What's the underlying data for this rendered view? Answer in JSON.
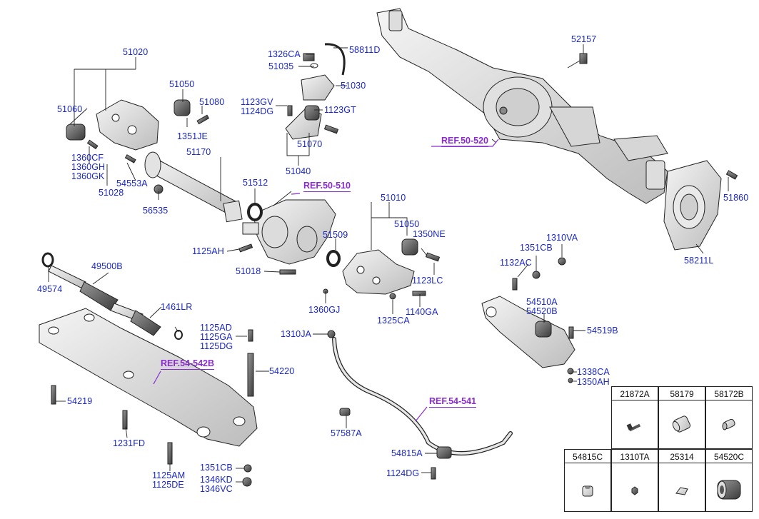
{
  "diagram": {
    "labels": {
      "p51020": "51020",
      "p51050a": "51050",
      "p51060": "51060",
      "p51080": "51080",
      "p1351JE": "1351JE",
      "p1360": "1360CF\n1360GH\n1360GK",
      "p51028": "51028",
      "p54553A": "54553A",
      "p51170": "51170",
      "p56535": "56535",
      "p51512": "51512",
      "p1326CA": "1326CA",
      "p51035": "51035",
      "p58811D": "58811D",
      "p51030": "51030",
      "p1123GV": "1123GV\n1124DG",
      "p1123GT": "1123GT",
      "p51070": "51070",
      "p51040": "51040",
      "p52157": "52157",
      "p51860": "51860",
      "p58211L": "58211L",
      "p1125AH": "1125AH",
      "p51018": "51018",
      "p51010": "51010",
      "p51050b": "51050",
      "p1350NE": "1350NE",
      "p51509": "51509",
      "p1123LC": "1123LC",
      "p1360GJ": "1360GJ",
      "p1325CA": "1325CA",
      "p1140GA": "1140GA",
      "p1310VA": "1310VA",
      "p1351CBa": "1351CB",
      "p1132AC": "1132AC",
      "p54510A": "54510A\n54520B",
      "p54519B": "54519B",
      "p1338CA": "1338CA",
      "p1350AH": "1350AH",
      "p49574": "49574",
      "p49500B": "49500B",
      "p1461LR": "1461LR",
      "p1125AD": "1125AD\n1125GA\n1125DG",
      "p1310JA": "1310JA",
      "p54220": "54220",
      "p54219": "54219",
      "p1231FD": "1231FD",
      "p1125AM": "1125AM\n1125DE",
      "p1351CBb": "1351CB",
      "p1346KD": "1346KD\n1346VC",
      "p57587A": "57587A",
      "p54815A": "54815A",
      "p1124DG": "1124DG"
    },
    "refs": {
      "r50520": "REF.50-520",
      "r50510": "REF.50-510",
      "r54542B": "REF.54-542B",
      "r54541": "REF.54-541"
    },
    "legend": {
      "cells": [
        {
          "code": "21872A",
          "icon": "bolt-icon"
        },
        {
          "code": "58179",
          "icon": "bushing-icon"
        },
        {
          "code": "58172B",
          "icon": "plug-icon"
        },
        {
          "code": "54815C",
          "icon": "bushing-small-icon"
        },
        {
          "code": "1310TA",
          "icon": "nut-icon"
        },
        {
          "code": "25314",
          "icon": "clip-icon"
        },
        {
          "code": "54520C",
          "icon": "bushing-large-icon"
        }
      ]
    },
    "colors": {
      "label": "#1a27c9",
      "ref": "#8a2bd2",
      "line": "#222222"
    }
  }
}
